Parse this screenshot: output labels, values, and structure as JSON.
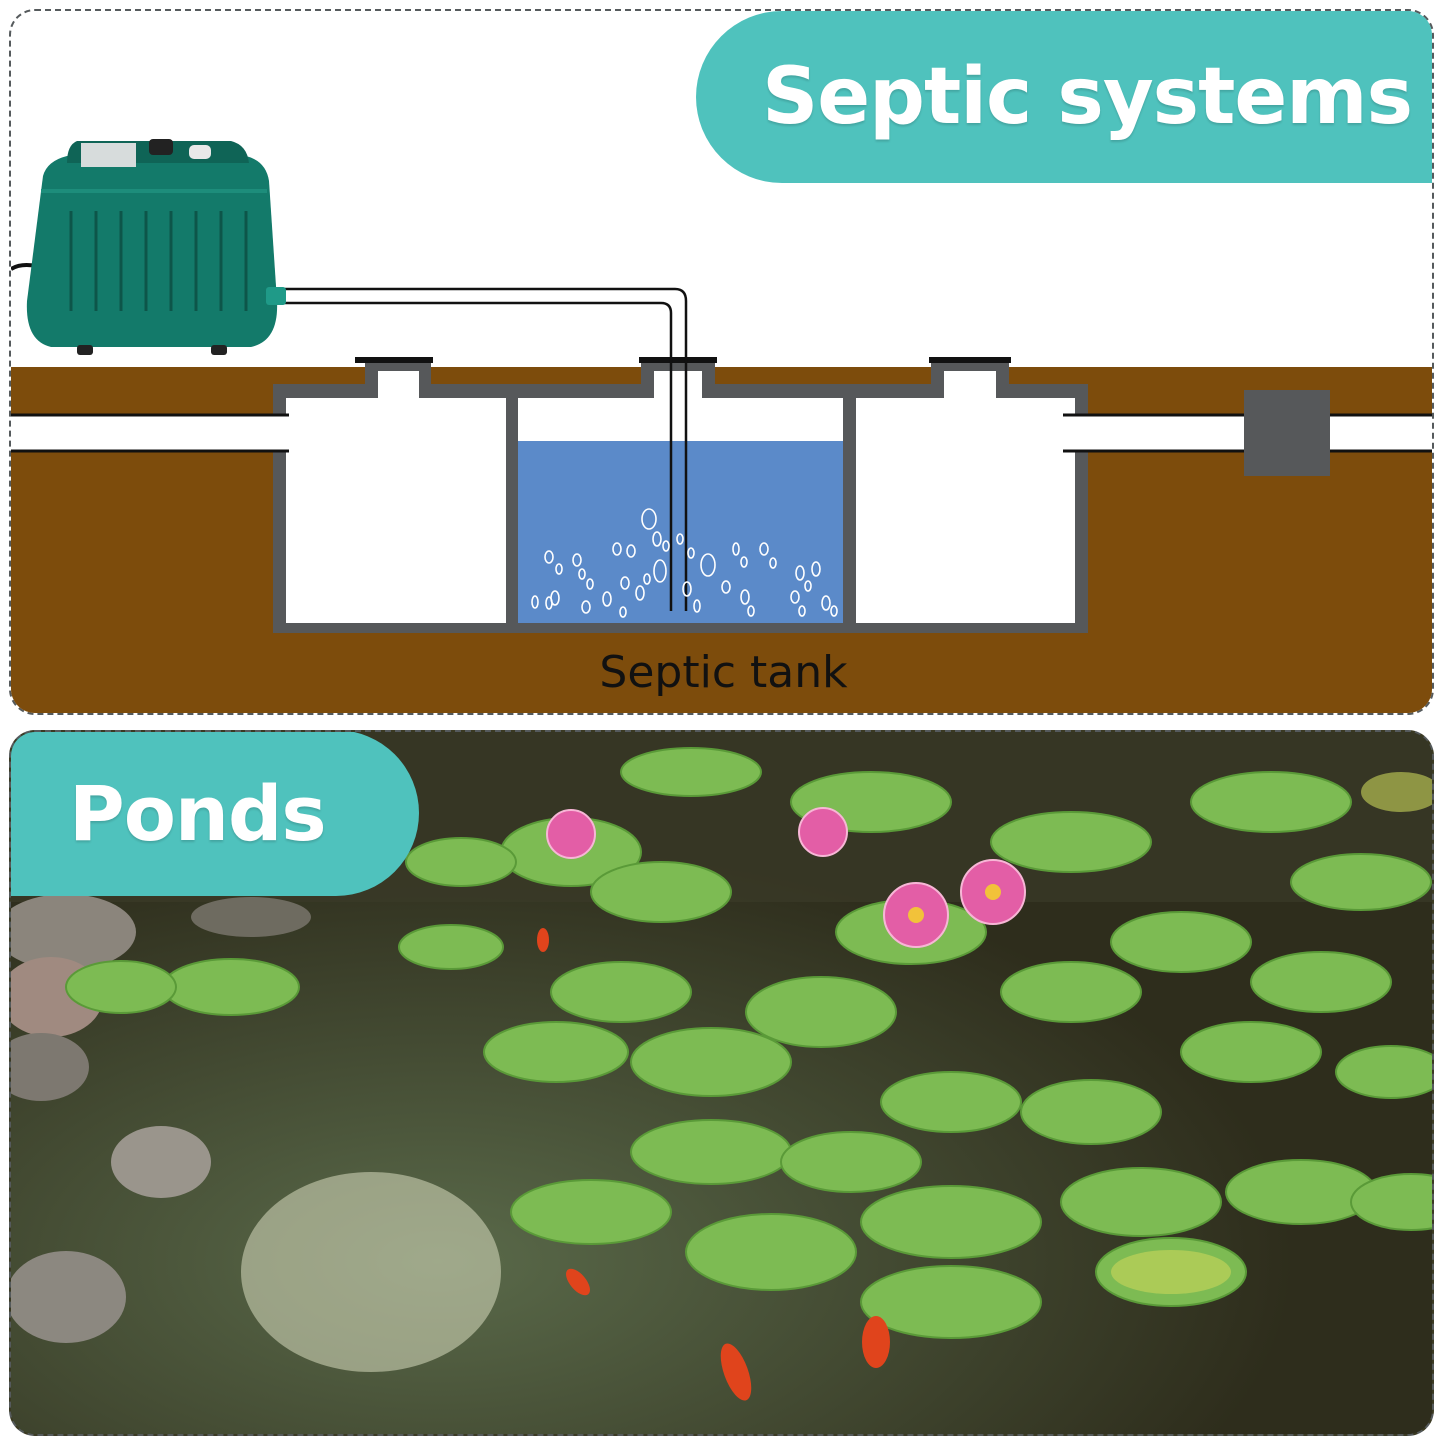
{
  "septic": {
    "title": "Septic systems",
    "tank_label": "Septic tank"
  },
  "ponds": {
    "title": "Ponds"
  },
  "colors": {
    "accent": "#4fc2bd",
    "soil": "#7d4c0c",
    "water": "#5b8ac9",
    "pump": "#137a6a",
    "tank_wall": "#56585a",
    "pond_water": "#3b3a23",
    "lily_pad": "#7dbb53",
    "lily_flower": "#e35ea6"
  },
  "icons": [
    "air-pump-icon",
    "bubble-icon",
    "lily-pad-icon",
    "water-lily-icon",
    "koi-fish-icon"
  ]
}
